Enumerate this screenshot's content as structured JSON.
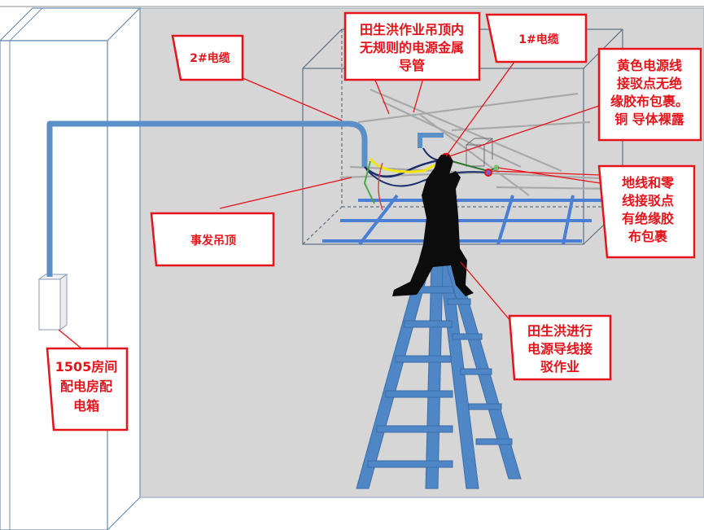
{
  "callouts": {
    "cable2": {
      "lines": [
        "2#电缆"
      ]
    },
    "conduit": {
      "lines": [
        "田生洪作业吊顶内",
        "无规则的电源金属",
        "导管"
      ]
    },
    "cable1": {
      "lines": [
        "1#电缆"
      ]
    },
    "yellow_joint": {
      "lines": [
        "黄色电源线",
        "接驳点无绝",
        "缘胶布包裹。",
        "铜 导体裸露"
      ]
    },
    "ground_neutral": {
      "lines": [
        "地线和零",
        "线接驳点",
        "有绝缘胶",
        "布包裹"
      ]
    },
    "ceiling": {
      "lines": [
        "事发吊顶"
      ]
    },
    "worker": {
      "lines": [
        "田生洪进行",
        "电源导线接",
        "驳作业"
      ]
    },
    "distribution_box": {
      "lines": [
        "1505房间",
        "配电房配",
        "电箱"
      ]
    }
  },
  "colors": {
    "callout_text": "#e5141b",
    "callout_border": "#e5141b",
    "cable_blue": "#5b8fc7",
    "ladder_blue": "#4f86c6",
    "wall_gray": "#d6d6d6",
    "grid_blue": "#4a7fd4",
    "wire_yellow": "#f2e600",
    "joint_red": "#e5141b"
  }
}
